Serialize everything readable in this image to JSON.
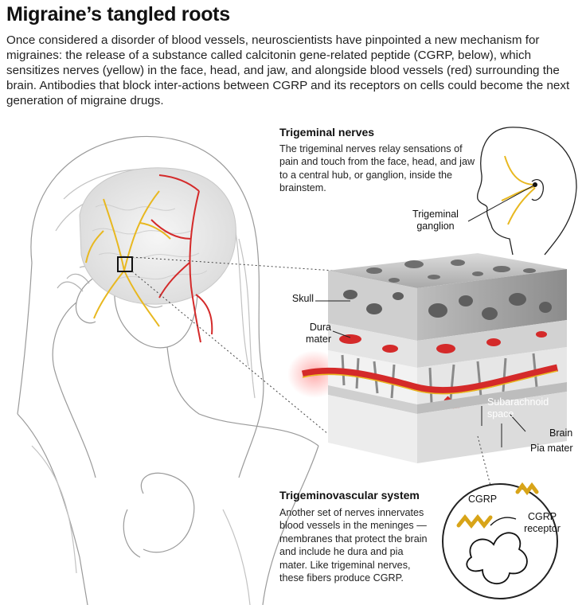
{
  "header": {
    "title": "Migraine’s tangled roots",
    "intro": "Once considered a disorder of blood vessels, neuroscientists have pinpointed a new mechanism for migraines: the release of a substance called calcitonin gene-related peptide (CGRP, below), which sensitizes nerves (yellow) in the face, head, and jaw, and alongside blood vessels (red) surrounding the brain. Antibodies that block inter-actions between CGRP and its receptors on cells could become the next generation of migraine drugs."
  },
  "trigeminal": {
    "heading": "Trigeminal nerves",
    "body": "The trigeminal nerves relay sensations of pain and touch from the face, head, and jaw to a central hub, or ganglion, inside the brainstem.",
    "ganglion_label_line1": "Trigeminal",
    "ganglion_label_line2": "ganglion"
  },
  "layers": {
    "skull": "Skull",
    "dura_line1": "Dura",
    "dura_line2": "mater",
    "subarachnoid_line1": "Subarachnoid",
    "subarachnoid_line2": "space",
    "brain": "Brain",
    "pia": "Pia mater"
  },
  "trigeminovascular": {
    "heading": "Trigeminovascular system",
    "body": "Another set of nerves innervates blood vessels in the meninges —membranes that protect the brain and include he dura and pia mater. Like trigeminal nerves, these fibers produce CGRP."
  },
  "molecule": {
    "cgrp": "CGRP",
    "receptor_line1": "CGRP",
    "receptor_line2": "receptor"
  },
  "colors": {
    "nerve_yellow": "#e8b820",
    "vessel_red": "#d42a2a",
    "bone_gray": "#bdbdbd"
  }
}
